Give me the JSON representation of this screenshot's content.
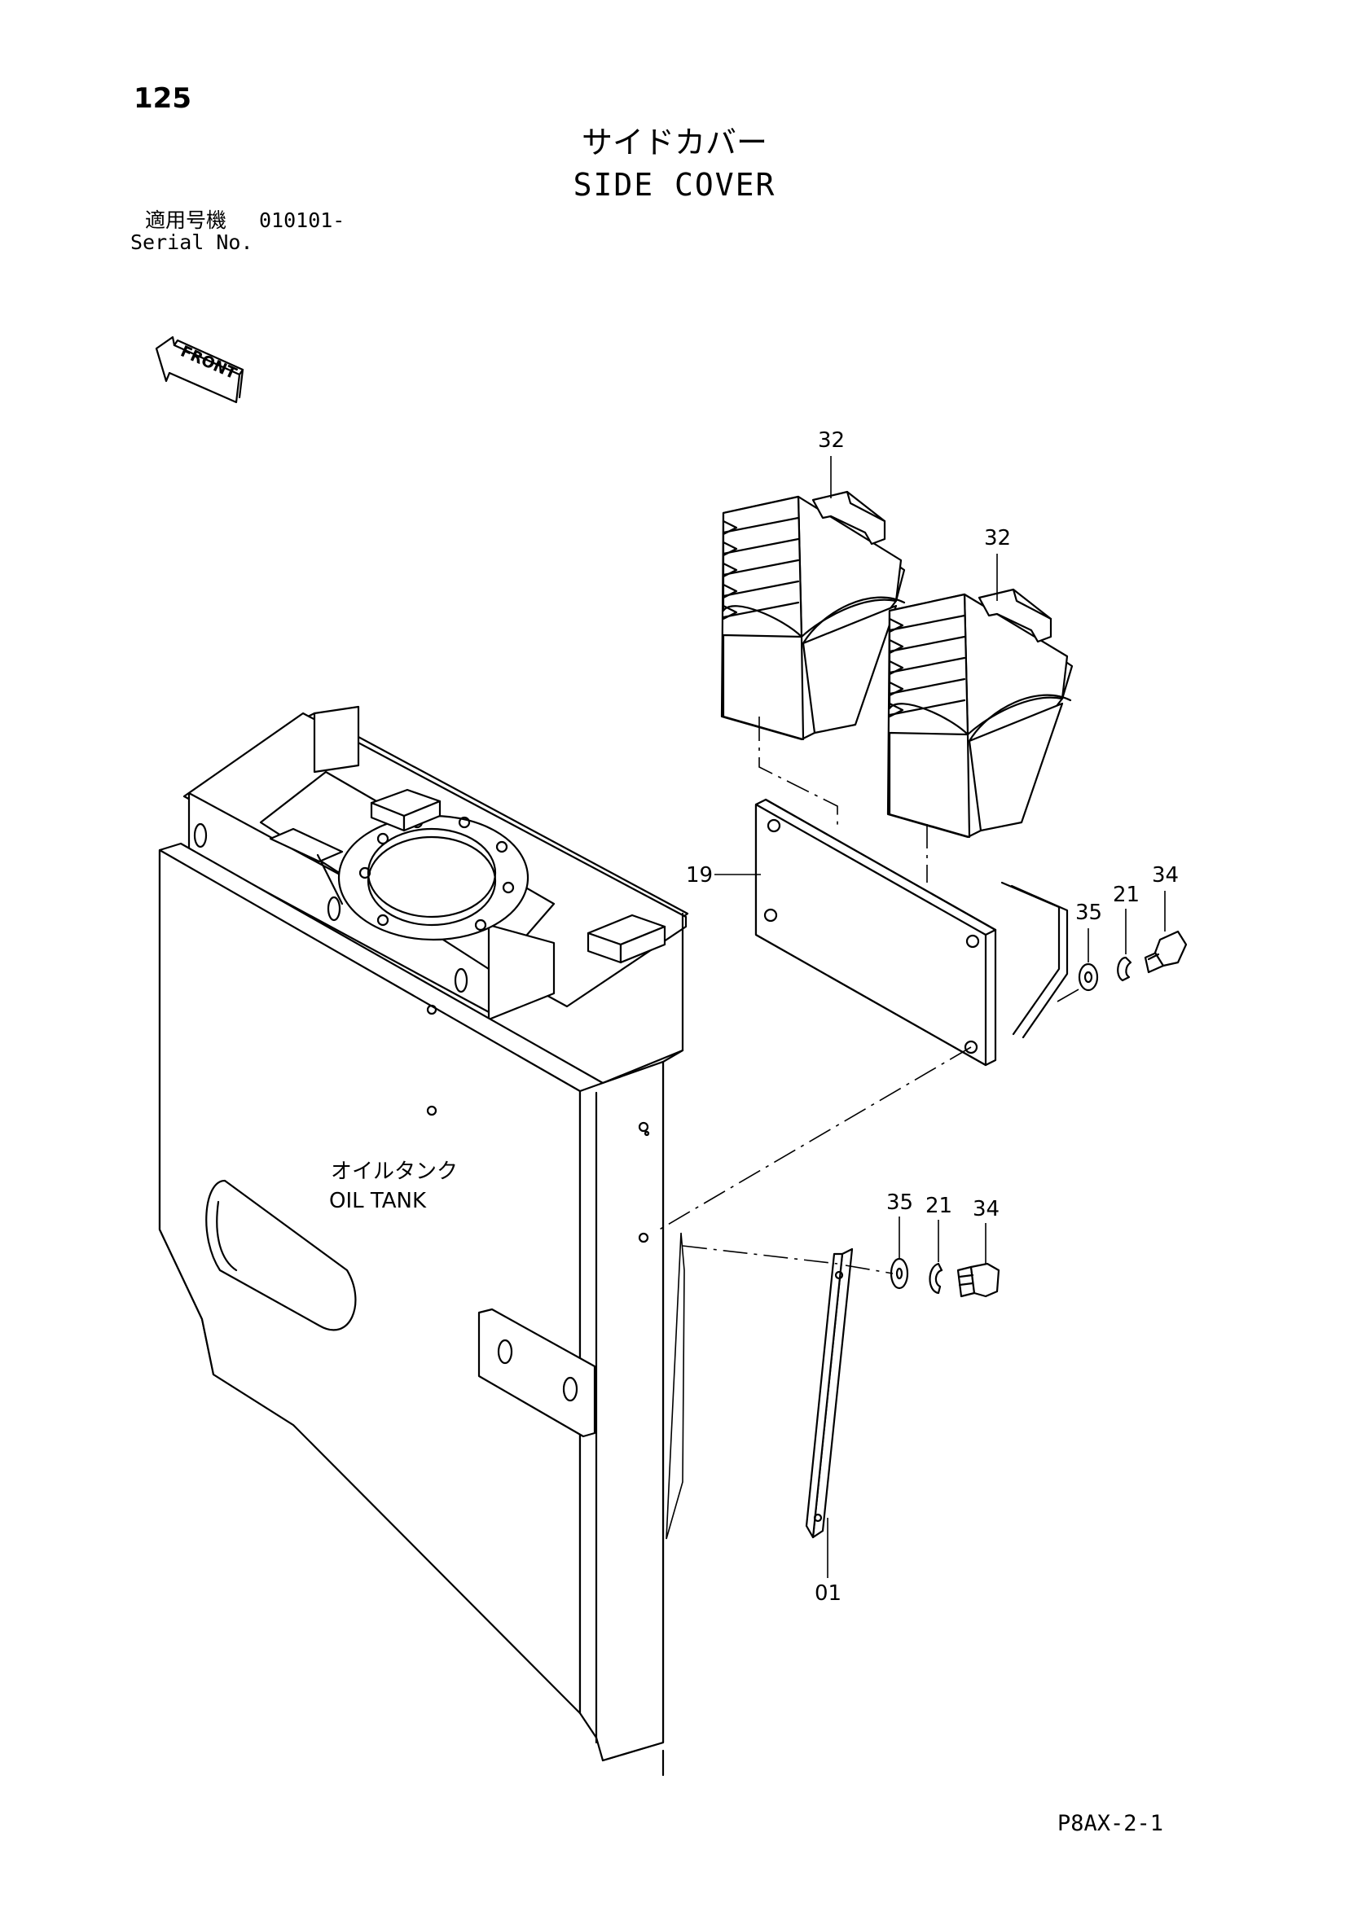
{
  "page_number": "125",
  "title": {
    "jp": "サイドカバー",
    "en": "SIDE COVER"
  },
  "serial": {
    "label_jp": "適用号機",
    "value": "010101-",
    "label_en": "Serial No."
  },
  "front_indicator": {
    "text": "FRONT",
    "icon": "front-arrow-icon"
  },
  "oil_tank": {
    "jp": "オイルタンク",
    "en": "OIL TANK"
  },
  "part_numbers": {
    "p32a": "32",
    "p32b": "32",
    "p19": "19",
    "p35a": "35",
    "p21a": "21",
    "p34a": "34",
    "p35b": "35",
    "p21b": "21",
    "p34b": "34",
    "p01": "01"
  },
  "drawing_code": "P8AX-2-1"
}
